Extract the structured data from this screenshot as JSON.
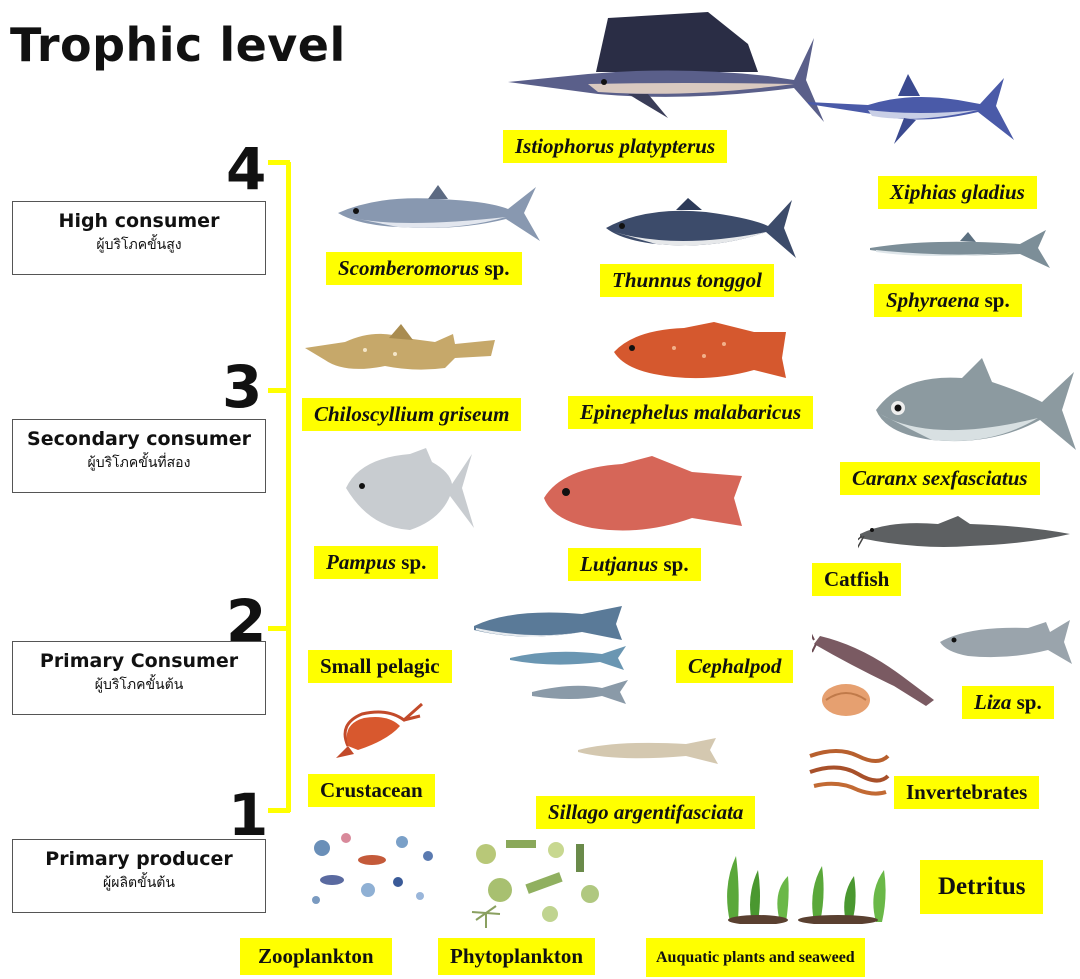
{
  "title": "Trophic level",
  "levels": [
    {
      "num": "4",
      "en": "High consumer",
      "th": "ผู้บริโภคขั้นสูง"
    },
    {
      "num": "3",
      "en": "Secondary consumer",
      "th": "ผู้บริโภคขั้นที่สอง"
    },
    {
      "num": "2",
      "en": "Primary Consumer",
      "th": "ผู้บริโภคขั้นต้น"
    },
    {
      "num": "1",
      "en": "Primary producer",
      "th": "ผู้ผลิตขั้นต้น"
    }
  ],
  "labels": {
    "istiophorus": "Istiophorus platypterus",
    "xiphias": "Xiphias gladius",
    "scomberomorus": "Scomberomorus",
    "scomberomorus_sp": " sp.",
    "thunnus": "Thunnus tonggol",
    "sphyraena": "Sphyraena",
    "sphyraena_sp": " sp.",
    "chiloscyllium": "Chiloscyllium griseum",
    "epinephelus": "Epinephelus malabaricus",
    "caranx": "Caranx sexfasciatus",
    "pampus": "Pampus",
    "pampus_sp": " sp.",
    "lutjanus": "Lutjanus",
    "lutjanus_sp": " sp.",
    "catfish": "Catfish",
    "small_pelagic": "Small pelagic",
    "cephalpod": "Cephalpod",
    "liza": "Liza",
    "liza_sp": " sp.",
    "crustacean": "Crustacean",
    "sillago": "Sillago argentifasciata",
    "invertebrates": "Invertebrates",
    "detritus": "Detritus",
    "zooplankton": "Zooplankton",
    "phytoplankton": "Phytoplankton",
    "aquatic": "Auquatic plants and seaweed"
  },
  "colors": {
    "highlight": "#ffff00",
    "bracket": "#ffff00"
  }
}
